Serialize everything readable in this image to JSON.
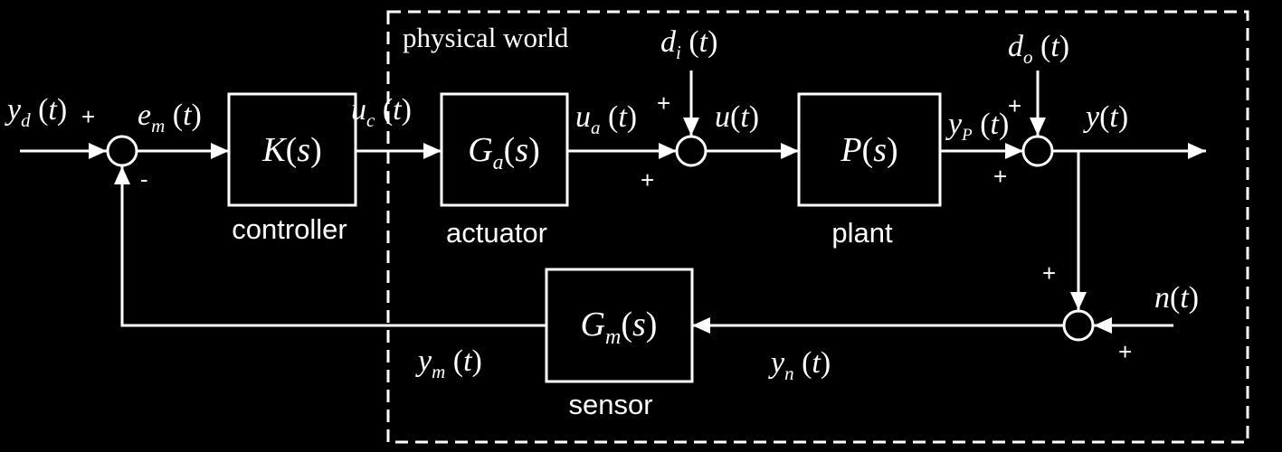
{
  "diagram": {
    "region_label": "physical world",
    "blocks": {
      "controller": {
        "function": "K(s)",
        "caption": "controller"
      },
      "actuator": {
        "function": "G_a(s)",
        "caption": "actuator"
      },
      "plant": {
        "function": "P(s)",
        "caption": "plant"
      },
      "sensor": {
        "function": "G_m(s)",
        "caption": "sensor"
      }
    },
    "signals": {
      "reference": "y_d(t)",
      "error": "e_m(t)",
      "control": "u_c(t)",
      "actuator_out": "u_a(t)",
      "input_disturbance": "d_i(t)",
      "plant_input": "u(t)",
      "plant_out": "y_P(t)",
      "output_disturbance": "d_o(t)",
      "output": "y(t)",
      "noise": "n(t)",
      "noisy_output": "y_n(t)",
      "measured": "y_m(t)"
    },
    "signs": {
      "s1_reference": "+",
      "s1_feedback": "-",
      "s2_disturbance": "+",
      "s2_actuator": "+",
      "s3_disturbance": "+",
      "s3_plant": "+",
      "s4_output": "+",
      "s4_noise": "+"
    }
  }
}
